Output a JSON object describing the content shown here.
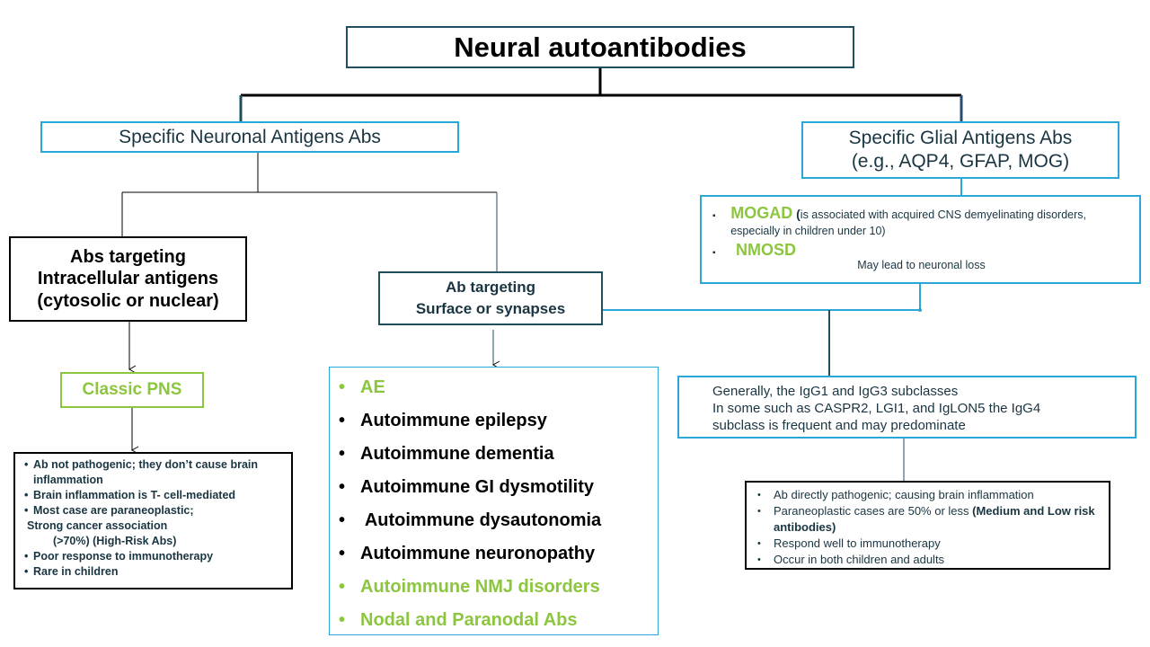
{
  "title": "Neural autoantibodies",
  "colors": {
    "dark_border": "#1f4e5f",
    "cyan_border": "#2aa7d6",
    "green_text": "#8cc63f",
    "text_navy": "#1a3542"
  },
  "neuronal": {
    "label": "Specific Neuronal Antigens Abs",
    "intracellular": {
      "lines": [
        "Abs targeting",
        "Intracellular antigens",
        "(cytosolic or nuclear)"
      ],
      "classic_pns": "Classic PNS",
      "bullet": "•",
      "features": [
        "Ab not pathogenic; they don’t cause brain inflammation",
        " Brain inflammation is T- cell-mediated",
        "Most case are paraneoplastic;",
        "Strong cancer association",
        "(>70%) (High-Risk Abs)",
        "Poor response to immunotherapy",
        "Rare in children"
      ]
    },
    "surface": {
      "lines": [
        "Ab targeting",
        "Surface or synapses"
      ],
      "bullet": "•",
      "disorders": [
        {
          "label": "AE",
          "color": "green"
        },
        {
          "label": "Autoimmune epilepsy",
          "color": "black"
        },
        {
          "label": "Autoimmune dementia",
          "color": "black"
        },
        {
          "label": "Autoimmune GI dysmotility",
          "color": "black"
        },
        {
          "label": " Autoimmune dysautonomia",
          "color": "black"
        },
        {
          "label": "Autoimmune neuronopathy",
          "color": "black"
        },
        {
          "label": "Autoimmune NMJ disorders",
          "color": "green"
        },
        {
          "label": "Nodal and Paranodal Abs",
          "color": "green"
        }
      ],
      "igg": [
        "Generally, the IgG1 and IgG3 subclasses",
        "In some such as CASPR2, LGI1, and IgLON5 the IgG4",
        "subclass is frequent and may predominate"
      ],
      "features": [
        {
          "text": "Ab directly pathogenic; causing brain inflammation",
          "bold_suffix": ""
        },
        {
          "text": "Paraneoplastic cases are 50% or less ",
          "bold_suffix": "(Medium and Low risk antibodies)"
        },
        {
          "text": "Respond well to immunotherapy",
          "bold_suffix": ""
        },
        {
          "text": "Occur in both children and adults",
          "bold_suffix": ""
        }
      ]
    }
  },
  "glial": {
    "label": "Specific Glial Antigens Abs",
    "examples": "(e.g., AQP4, GFAP, MOG)",
    "bullet": "▪",
    "mogad": "MOGAD",
    "mogad_paren": " (",
    "mogad_note": "is associated with acquired CNS demyelinating disorders, especially in children under 10)",
    "nmosd": "NMOSD",
    "note": "May lead to neuronal loss"
  }
}
